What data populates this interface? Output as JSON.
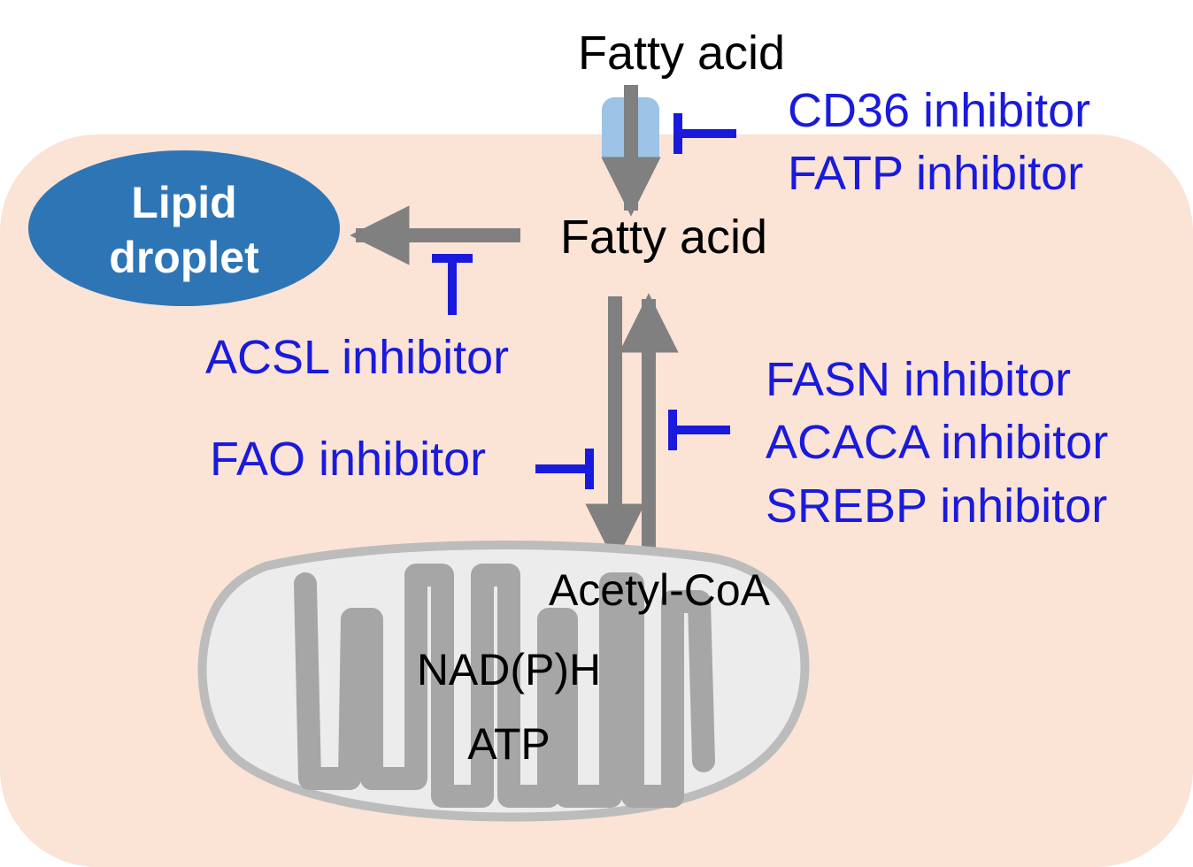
{
  "labels": {
    "fatty_acid_outside": "Fatty acid",
    "fatty_acid_inside": "Fatty acid",
    "lipid_droplet_line1": "Lipid",
    "lipid_droplet_line2": "droplet",
    "acetyl_coa": "Acetyl-CoA",
    "nadph": "NAD(P)H",
    "atp": "ATP"
  },
  "inhibitors": {
    "cd36": "CD36 inhibitor",
    "fatp": "FATP inhibitor",
    "acsl": "ACSL inhibitor",
    "fao": "FAO inhibitor",
    "fasn": "FASN inhibitor",
    "acaca": "ACACA inhibitor",
    "srebp": "SREBP inhibitor"
  },
  "colors": {
    "cell": "#fbe3d6",
    "droplet": "#2e75b6",
    "transporter": "#9dc3e6",
    "arrow": "#808080",
    "inhibitor": "#1a1adc",
    "mito_fill": "#ececec",
    "mito_outline": "#bcbcbc",
    "cristae": "#a6a6a6"
  }
}
